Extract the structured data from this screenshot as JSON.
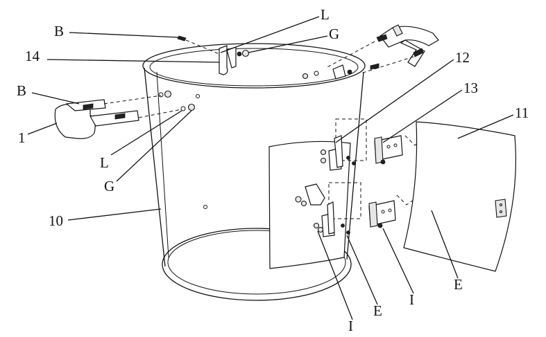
{
  "labels": {
    "B_top": "B",
    "L_top": "L",
    "G_top": "G",
    "n14": "14",
    "n12": "12",
    "n13": "13",
    "n11": "11",
    "B_left": "B",
    "n1": "1",
    "L_left": "L",
    "G_left": "G",
    "n10": "10",
    "I_bottom": "I",
    "E_bottom": "E",
    "I_mid": "I",
    "E_right": "E"
  }
}
